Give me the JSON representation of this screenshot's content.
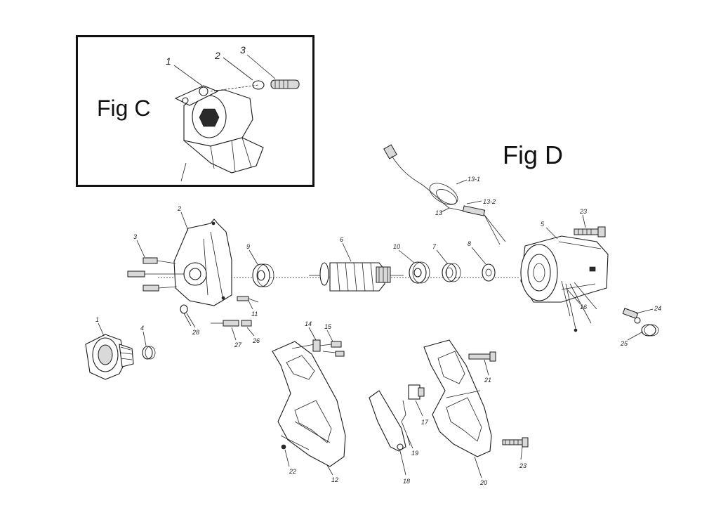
{
  "figures": {
    "fig_c_label": "Fig C",
    "fig_d_label": "Fig D"
  },
  "fig_c_parts": [
    "1",
    "2",
    "3"
  ],
  "fig_d_parts": {
    "p1": "1",
    "p2": "2",
    "p3": "3",
    "p4": "4",
    "p5": "5",
    "p6": "6",
    "p7": "7",
    "p8": "8",
    "p9": "9",
    "p10": "10",
    "p11": "11",
    "p12": "12",
    "p13": "13",
    "p13_1": "13-1",
    "p13_2": "13-2",
    "p14": "14",
    "p15": "15",
    "p16": "16",
    "p17": "17",
    "p18": "18",
    "p19": "19",
    "p20": "20",
    "p21": "21",
    "p22": "22",
    "p23a": "23",
    "p23b": "23",
    "p24": "24",
    "p25": "25",
    "p26": "26",
    "p27": "27",
    "p28": "28"
  },
  "colors": {
    "line": "#1a1a1a",
    "frame": "#111111",
    "background": "#ffffff"
  }
}
